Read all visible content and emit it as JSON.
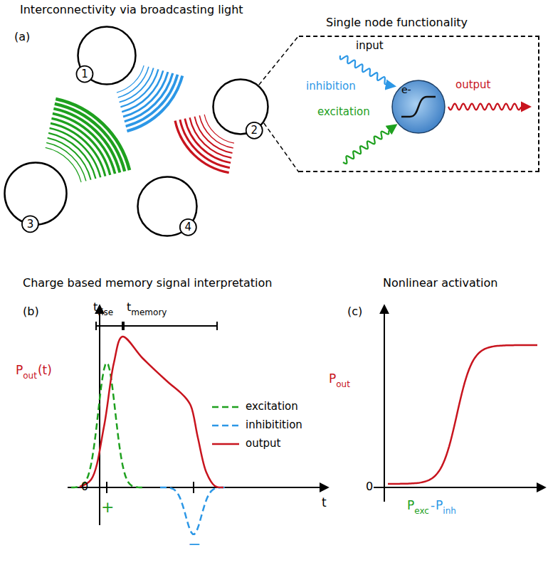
{
  "diagram": {
    "nodes": [
      {
        "text": [
          "1"
        ]
      },
      {
        "text": [
          "2"
        ]
      },
      {
        "text": [
          "3"
        ]
      },
      {
        "text": [
          "4"
        ]
      },
      {
        "text": [
          "Single node functionality"
        ]
      },
      {
        "text": [
          "e-"
        ],
        "in": 4
      }
    ],
    "edges": [
      {
        "from": 1,
        "to": 4,
        "arrow": "none"
      }
    ],
    "labels": [
      "Interconnectivity via broadcasting light",
      "(a)",
      "input",
      "inhibition",
      "excitation",
      "output",
      "Charge based memory signal interpretation",
      "(b)",
      "t",
      "rise",
      "t",
      "memory",
      "P",
      "out",
      "(t)",
      "0",
      "t",
      "+",
      "−",
      "Nonlinear activation",
      "(c)",
      "P",
      "out",
      "0",
      "P",
      "exc",
      "-",
      "P",
      "inh"
    ],
    "legend": [
      {
        "text": "excitation"
      },
      {
        "text": "inhibitition"
      },
      {
        "text": "output"
      }
    ]
  }
}
